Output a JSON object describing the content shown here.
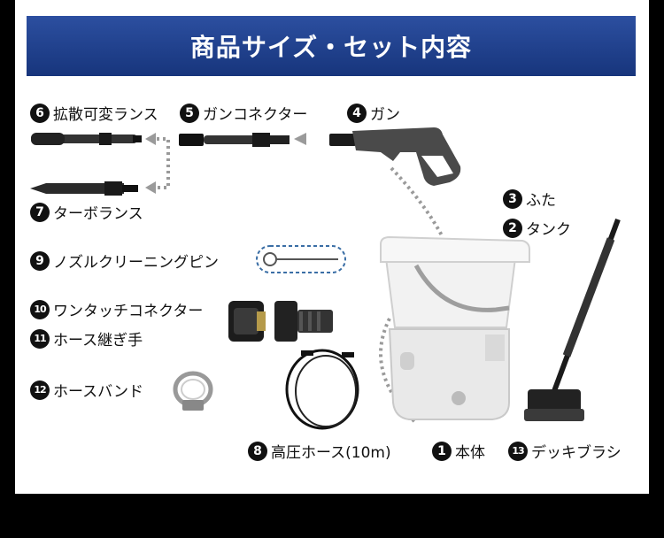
{
  "header": {
    "title": "商品サイズ・セット内容"
  },
  "items": [
    {
      "num": "6",
      "label": "拡散可変ランス"
    },
    {
      "num": "5",
      "label": "ガンコネクター"
    },
    {
      "num": "4",
      "label": "ガン"
    },
    {
      "num": "7",
      "label": "ターボランス"
    },
    {
      "num": "3",
      "label": "ふた"
    },
    {
      "num": "2",
      "label": "タンク"
    },
    {
      "num": "9",
      "label": "ノズルクリーニングピン"
    },
    {
      "num": "10",
      "label": "ワンタッチコネクター"
    },
    {
      "num": "11",
      "label": "ホース継ぎ手"
    },
    {
      "num": "12",
      "label": "ホースバンド"
    },
    {
      "num": "8",
      "label": "高圧ホース(10m)"
    },
    {
      "num": "1",
      "label": "本体"
    },
    {
      "num": "13",
      "label": "デッキブラシ"
    }
  ]
}
